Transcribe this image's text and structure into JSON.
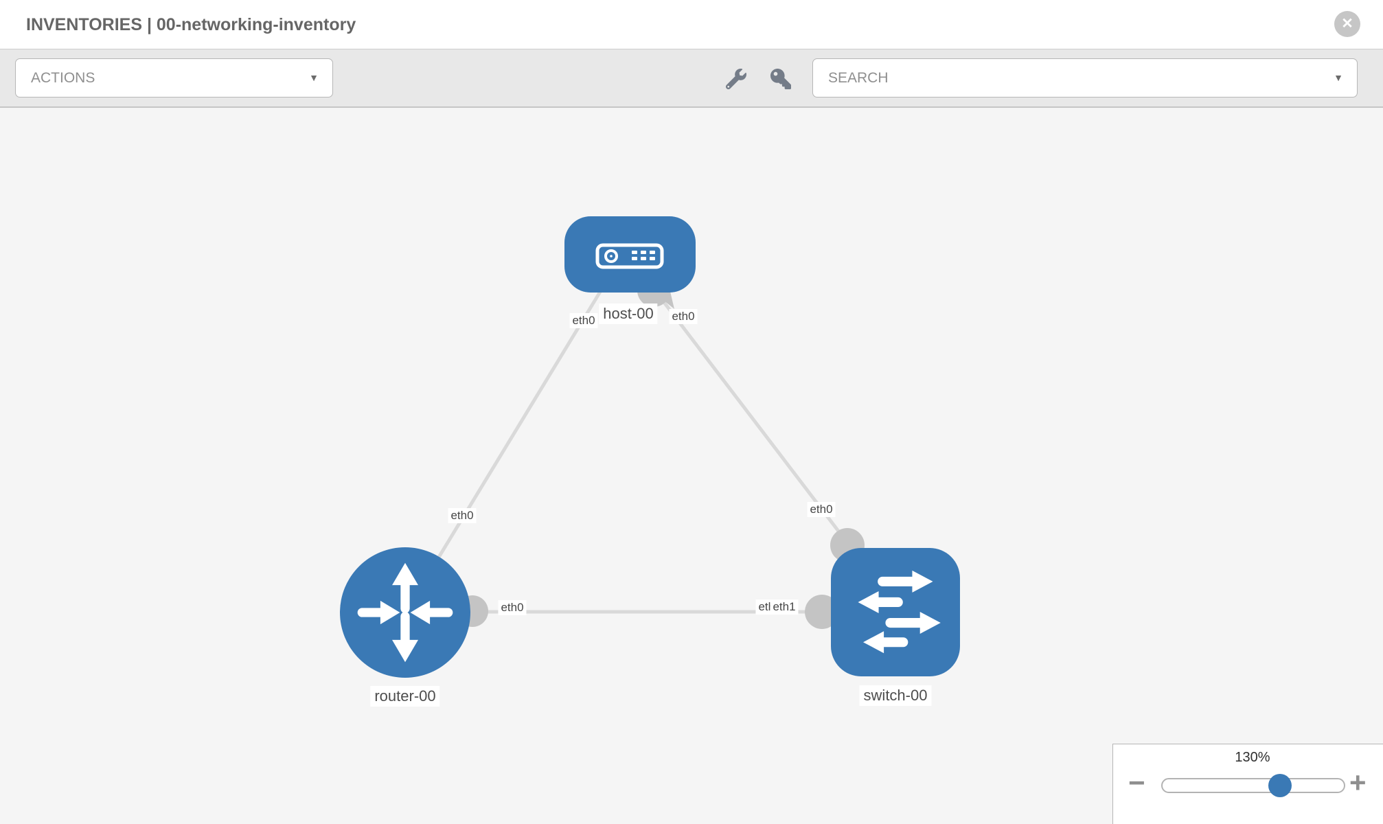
{
  "header": {
    "title": "INVENTORIES | 00-networking-inventory",
    "close_glyph": "✕"
  },
  "toolbar": {
    "actions": {
      "label": "ACTIONS",
      "caret_glyph": "▼"
    },
    "search": {
      "placeholder": "SEARCH",
      "caret_glyph": "▼"
    },
    "icons": [
      {
        "name": "wrench"
      },
      {
        "name": "key"
      }
    ]
  },
  "canvas": {
    "nodes": [
      {
        "id": "host-00",
        "label": "host-00",
        "type": "host"
      },
      {
        "id": "router-00",
        "label": "router-00",
        "type": "router"
      },
      {
        "id": "switch-00",
        "label": "switch-00",
        "type": "switch"
      }
    ],
    "links": [
      {
        "from": "host-00",
        "to": "router-00"
      },
      {
        "from": "host-00",
        "to": "switch-00"
      },
      {
        "from": "router-00",
        "to": "switch-00"
      }
    ],
    "interface_labels": [
      {
        "link": "host-router",
        "end": "host",
        "text": "eth0"
      },
      {
        "link": "host-switch",
        "end": "host",
        "text": "eth0"
      },
      {
        "link": "host-router",
        "end": "router",
        "text": "eth0"
      },
      {
        "link": "host-switch",
        "end": "switch",
        "text": "eth0"
      },
      {
        "link": "router-switch",
        "end": "router",
        "text": "eth0"
      },
      {
        "link": "router-switch",
        "end": "switch-under",
        "text": "eth0"
      },
      {
        "link": "router-switch",
        "end": "switch",
        "text": "eth1"
      }
    ]
  },
  "zoom_control": {
    "level": "130%",
    "minus_glyph": "−",
    "plus_glyph": "+"
  },
  "colors": {
    "node_blue": "#3a79b5",
    "link_gray": "#d9d9d9",
    "connector_gray": "#c4c4c4",
    "canvas_bg": "#f5f5f5",
    "toolbar_bg": "#e8e8e8"
  }
}
